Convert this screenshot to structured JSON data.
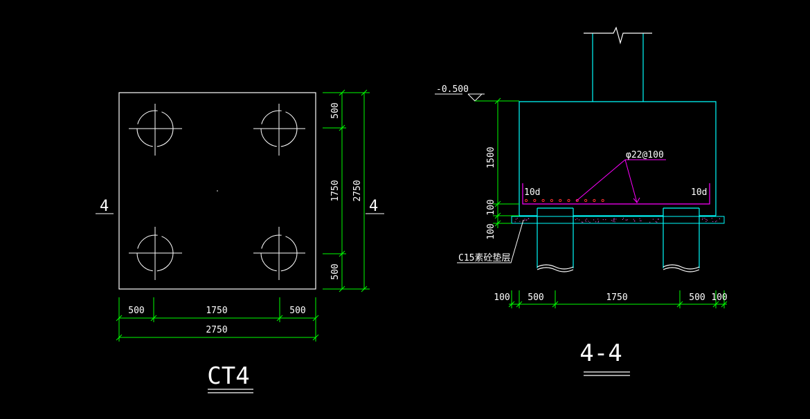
{
  "colors": {
    "background": "#000000",
    "outline": "#ffffff",
    "dimension": "#00ff00",
    "concrete": "#00ffff",
    "rebar": "#ff00ff",
    "bar_dots": "#ff3333",
    "cushion": "#00ffff"
  },
  "plan": {
    "dims_bottom": [
      "500",
      "1750",
      "500"
    ],
    "dim_bottom_total": "2750",
    "dims_right": [
      "500",
      "1750",
      "500"
    ],
    "dim_right_total": "2750",
    "section_mark_left": "4",
    "section_mark_right": "4",
    "title": "CT4"
  },
  "section": {
    "elevation": "-0.500",
    "dim_depth": "1500",
    "dim_cover": "100",
    "dim_cushion": "100",
    "rebar_label": "φ22@100",
    "anchor_left": "10d",
    "anchor_right": "10d",
    "cushion_label": "C15素砼垫层",
    "dims_bottom": [
      "100",
      "500",
      "1750",
      "500",
      "100"
    ],
    "title": "4-4"
  }
}
